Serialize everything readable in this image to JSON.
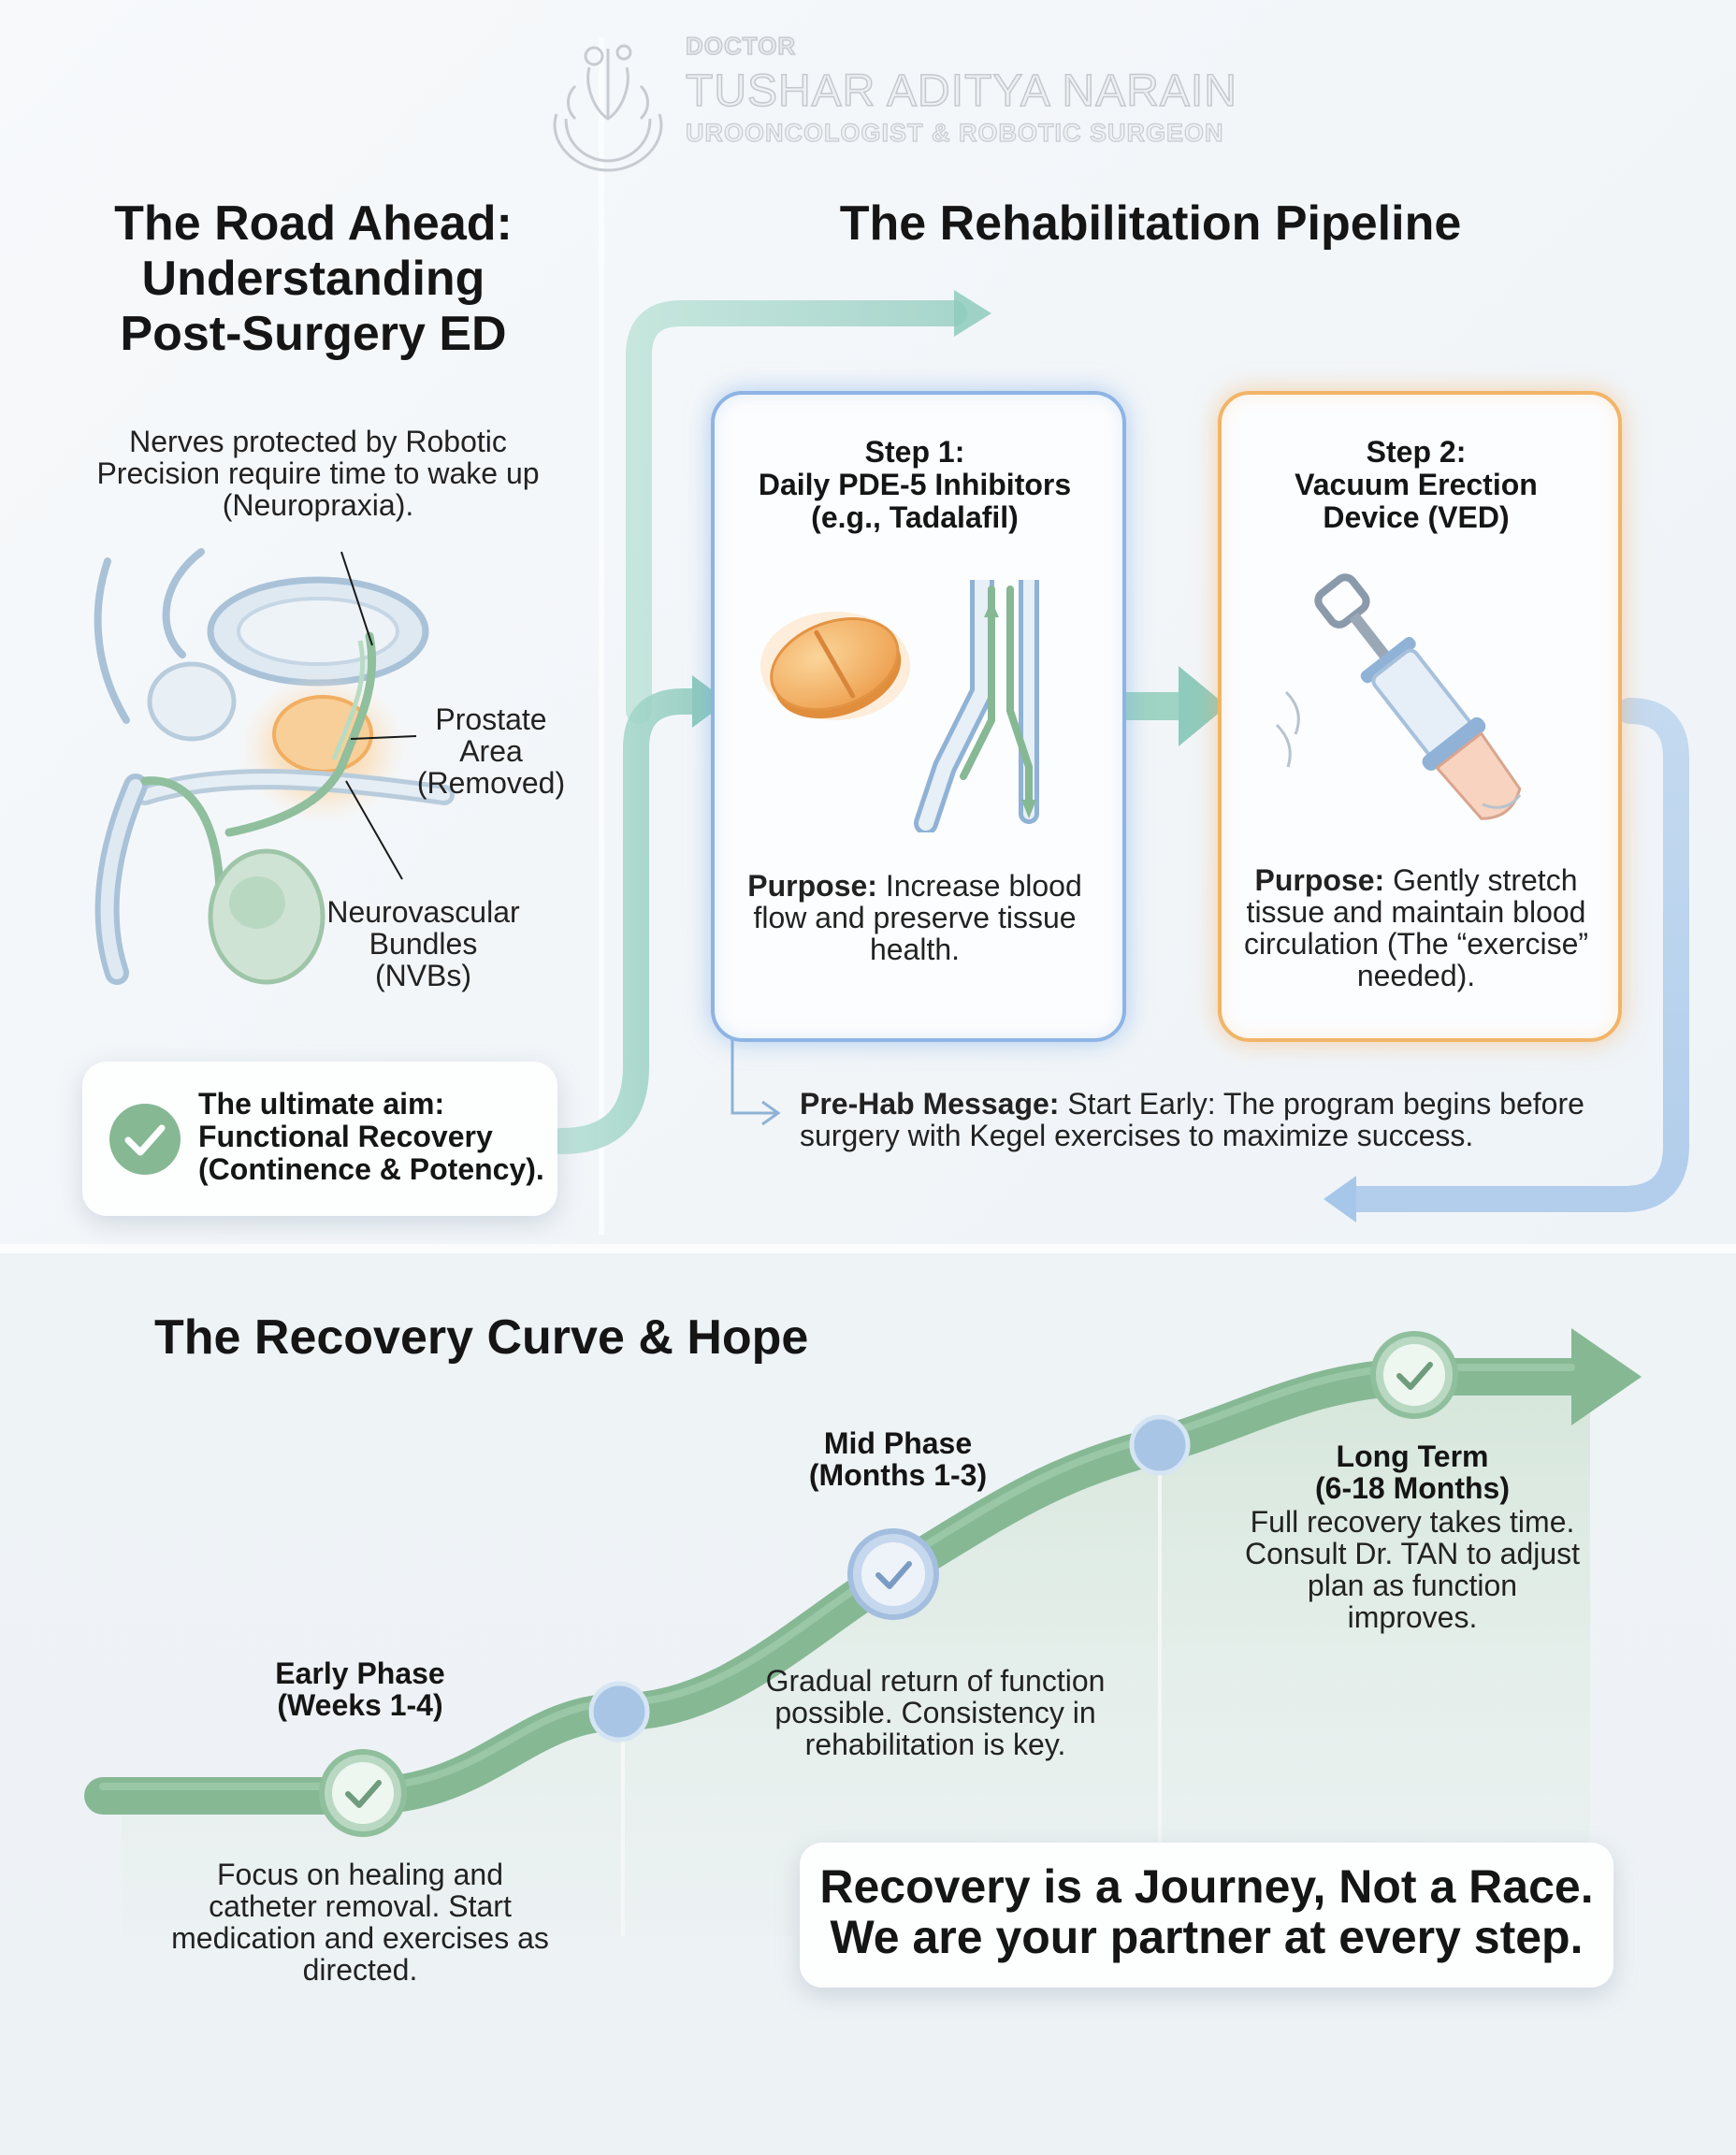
{
  "logo": {
    "line1": "DOCTOR",
    "line2": "TUSHAR ADITYA NARAIN",
    "line3": "UROONCOLOGIST & ROBOTIC SURGEON",
    "icon": "hands-holding-organ-logo-icon"
  },
  "left": {
    "title_lines": [
      "The Road Ahead:",
      "Understanding",
      "Post-Surgery ED"
    ],
    "nerves_text": "Nerves protected by Robotic Precision require time to wake up (Neuropraxia).",
    "label_prostate": [
      "Prostate",
      "Area",
      "(Removed)"
    ],
    "label_nvb": [
      "Neurovascular",
      "Bundles",
      "(NVBs)"
    ],
    "aim_lines": [
      "The ultimate aim:",
      "Functional Recovery",
      "(Continence & Potency)."
    ]
  },
  "pipeline": {
    "title": "The Rehabilitation Pipeline",
    "step1": {
      "title_lines": [
        "Step 1:",
        "Daily PDE-5 Inhibitors",
        "(e.g., Tadalafil)"
      ],
      "purpose_label": "Purpose:",
      "purpose_text": " Increase blood flow and preserve tissue health."
    },
    "step2": {
      "title_lines": [
        "Step 2:",
        "Vacuum Erection",
        "Device (VED)"
      ],
      "purpose_label": "Purpose:",
      "purpose_text": " Gently stretch tissue and maintain blood circulation (The “exercise” needed)."
    },
    "prehab_label": "Pre-Hab Message:",
    "prehab_text": " Start Early: The program begins before surgery with Kegel exercises to maximize success."
  },
  "curve": {
    "title": "The Recovery Curve & Hope",
    "phases": [
      {
        "title_lines": [
          "Early Phase",
          "(Weeks 1-4)"
        ],
        "desc": "Focus on healing and catheter removal. Start medication and exercises as directed."
      },
      {
        "title_lines": [
          "Mid Phase",
          "(Months 1-3)"
        ],
        "desc": "Gradual return of function possible. Consistency in rehabilitation is key."
      },
      {
        "title_lines": [
          "Long Term",
          "(6-18 Months)"
        ],
        "desc": "Full recovery takes time. Consult Dr. TAN to adjust plan as function improves."
      }
    ],
    "quote_lines": [
      "Recovery is a Journey, Not a Race.",
      "We are your partner at every step."
    ]
  },
  "colors": {
    "accent_green": "#7fb290",
    "accent_blue": "#8db4e4",
    "accent_orange": "#f2b468",
    "arrow_teal": "#9fd3c4"
  }
}
